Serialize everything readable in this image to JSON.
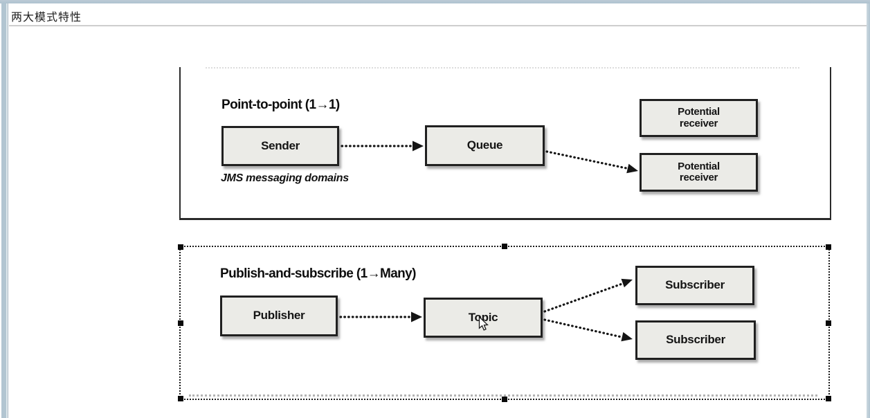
{
  "window": {
    "title": "两大模式特性"
  },
  "canvas": {
    "figure1": {
      "heading": "Point-to-point (1→1)",
      "caption": "JMS messaging domains",
      "nodes": {
        "sender": "Sender",
        "queue": "Queue",
        "receiver_top": "Potential\nreceiver",
        "receiver_bottom": "Potential\nreceiver"
      }
    },
    "figure2": {
      "heading": "Publish-and-subscribe (1→Many)",
      "selected": true,
      "nodes": {
        "publisher": "Publisher",
        "topic": "Topic",
        "subscriber_top": "Subscriber",
        "subscriber_bottom": "Subscriber"
      }
    },
    "colors": {
      "window_accent": "#b2c5d1",
      "node_fill": "#ebebe7",
      "node_border": "#202020",
      "frame_border": "#2a2a2a",
      "selection_marquee": "#1a1a1a",
      "dotted_guide": "#dcdcdc"
    }
  }
}
